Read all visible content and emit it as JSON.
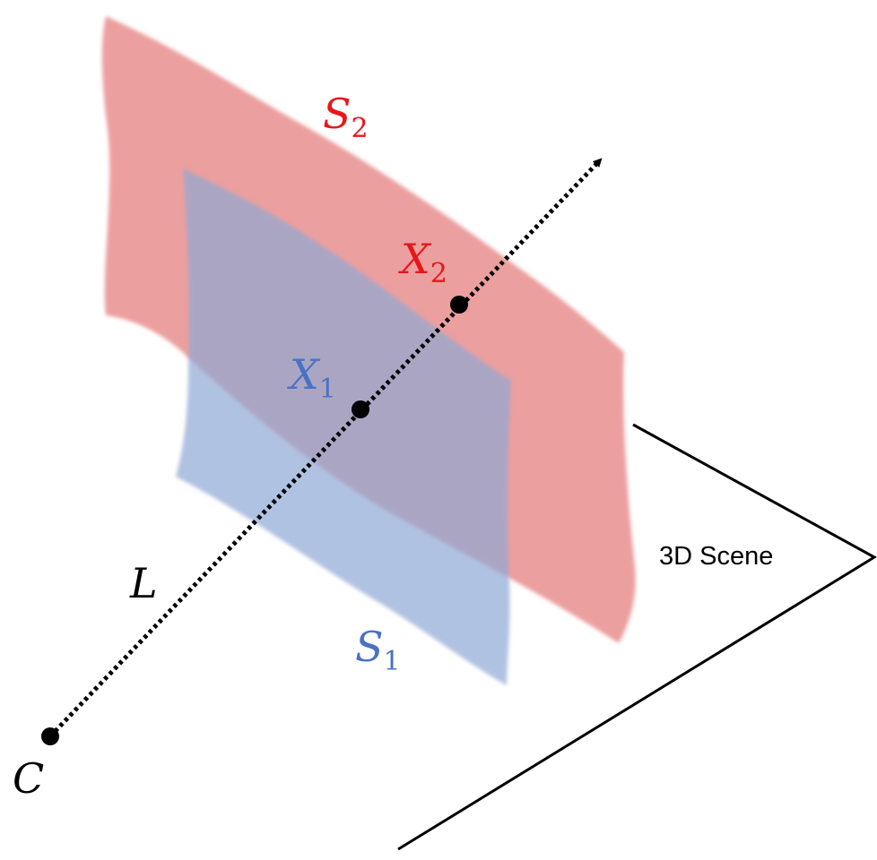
{
  "colors": {
    "surface_1": "#8fa8d4",
    "surface_2": "#e57a7a",
    "label_1": "#4a72c4",
    "label_2": "#e8161b",
    "ray": "#000000",
    "scene_outline": "#000000"
  },
  "labels": {
    "s2": {
      "base": "S",
      "sub": "2"
    },
    "s1": {
      "base": "S",
      "sub": "1"
    },
    "x2": {
      "base": "X",
      "sub": "2"
    },
    "x1": {
      "base": "X",
      "sub": "1"
    },
    "l": "L",
    "c": "C",
    "scene": "3D Scene"
  }
}
